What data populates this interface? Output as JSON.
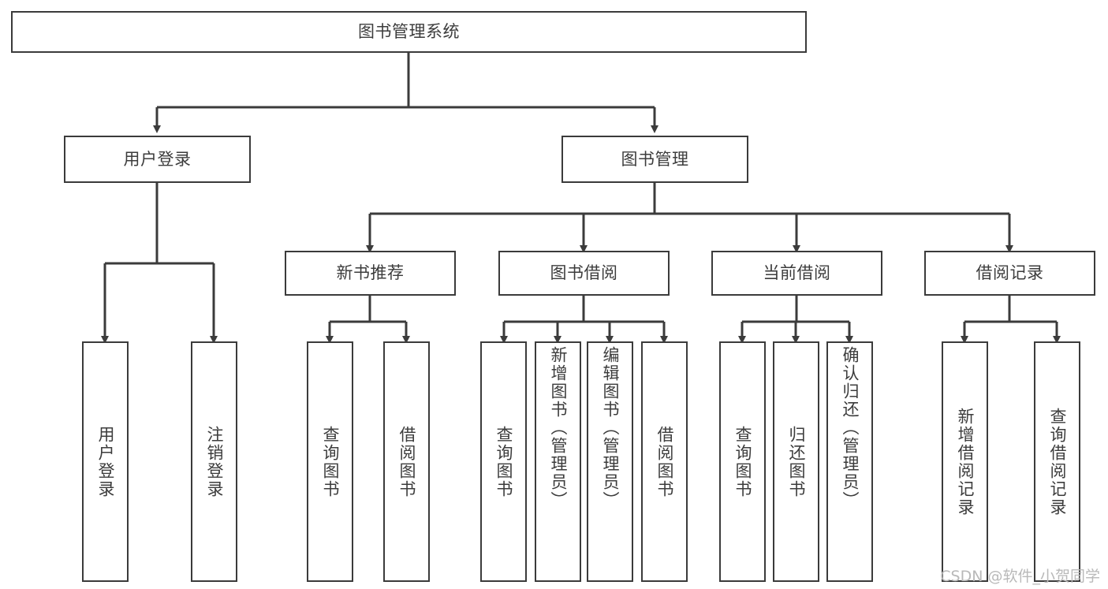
{
  "diagram": {
    "type": "tree",
    "title": "图书管理系统",
    "root": {
      "label": "图书管理系统"
    },
    "level2": [
      {
        "label": "用户登录"
      },
      {
        "label": "图书管理"
      }
    ],
    "level3": [
      {
        "label": "新书推荐"
      },
      {
        "label": "图书借阅"
      },
      {
        "label": "当前借阅"
      },
      {
        "label": "借阅记录"
      }
    ],
    "leaves": {
      "user_login": [
        {
          "label": "用户登录"
        },
        {
          "label": "注销登录"
        }
      ],
      "new_book_recommend": [
        {
          "label": "查询图书"
        },
        {
          "label": "借阅图书"
        }
      ],
      "book_borrow": [
        {
          "label": "查询图书"
        },
        {
          "label": "新增图书（管理员）"
        },
        {
          "label": "编辑图书（管理员）"
        },
        {
          "label": "借阅图书"
        }
      ],
      "current_borrow": [
        {
          "label": "查询图书"
        },
        {
          "label": "归还图书"
        },
        {
          "label": "确认归还（管理员）"
        }
      ],
      "borrow_record": [
        {
          "label": "新增借阅记录"
        },
        {
          "label": "查询借阅记录"
        }
      ]
    }
  },
  "watermark": {
    "text": "CSDN @软件_小贺同学"
  },
  "colors": {
    "stroke": "#3b3b3b",
    "text": "#3c3c3c",
    "background": "#ffffff",
    "watermark": "#b9b9b9"
  }
}
